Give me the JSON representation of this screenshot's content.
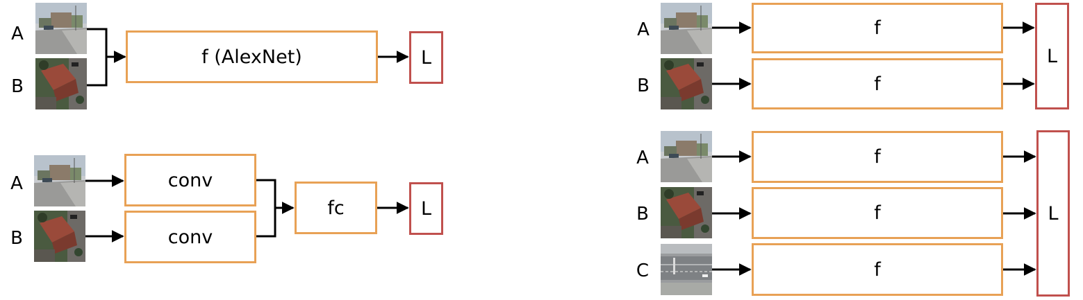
{
  "panels": {
    "top_left": {
      "inputs": [
        "A",
        "B"
      ],
      "network_label": "f (AlexNet)",
      "loss_label": "L"
    },
    "bottom_left": {
      "inputs": [
        "A",
        "B"
      ],
      "conv_labels": [
        "conv",
        "conv"
      ],
      "fc_label": "fc",
      "loss_label": "L"
    },
    "top_right": {
      "inputs": [
        "A",
        "B"
      ],
      "branch_labels": [
        "f",
        "f"
      ],
      "loss_label": "L"
    },
    "bottom_right": {
      "inputs": [
        "A",
        "B",
        "C"
      ],
      "branch_labels": [
        "f",
        "f",
        "f"
      ],
      "loss_label": "L"
    }
  },
  "colors": {
    "network_border": "#e8a155",
    "loss_border": "#c0504d",
    "arrow": "#000000"
  },
  "thumbnails": {
    "A": "street-view-image",
    "B": "aerial-rooftop-image",
    "C": "aerial-road-image"
  }
}
